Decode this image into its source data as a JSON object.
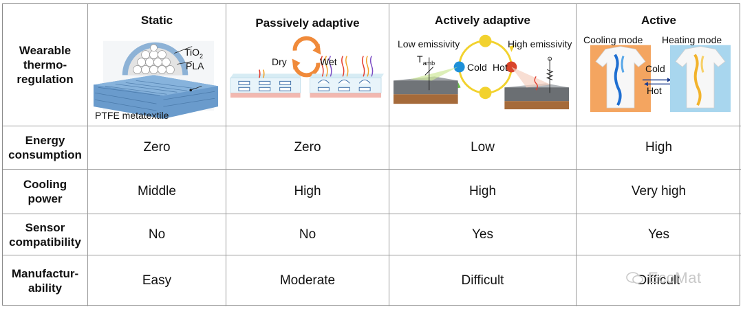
{
  "columns": [
    "Static",
    "Passively adaptive",
    "Actively adaptive",
    "Active"
  ],
  "rows": [
    {
      "header_lines": [
        "Wearable",
        "thermo-",
        "regulation"
      ],
      "values": null
    },
    {
      "header_lines": [
        "Energy",
        "consumption"
      ],
      "values": [
        "Zero",
        "Zero",
        "Low",
        "High"
      ]
    },
    {
      "header_lines": [
        "Cooling",
        "power"
      ],
      "values": [
        "Middle",
        "High",
        "High",
        "Very high"
      ]
    },
    {
      "header_lines": [
        "Sensor",
        "compatibility"
      ],
      "values": [
        "No",
        "No",
        "Yes",
        "Yes"
      ]
    },
    {
      "header_lines": [
        "Manufactur-",
        "ability"
      ],
      "values": [
        "Easy",
        "Moderate",
        "Difficult",
        "Difficult"
      ]
    }
  ],
  "figures": {
    "static": {
      "tio2_label": "TiO",
      "tio2_sub": "2",
      "pla_label": "PLA",
      "textile_label": "PTFE metatextile"
    },
    "passive": {
      "dry_label": "Dry",
      "wet_label": "Wet"
    },
    "actively": {
      "low_label": "Low emissivity",
      "high_label": "High emissivity",
      "tamb_label": "T",
      "tamb_sub": "amb",
      "cold_label": "Cold",
      "hot_label": "Hot"
    },
    "active": {
      "cooling_label": "Cooling mode",
      "heating_label": "Heating mode",
      "cold_label": "Cold",
      "hot_label": "Hot"
    }
  },
  "watermark": "EcoMat",
  "colors": {
    "grid_line": "#9a9a9a",
    "textile_blue": "#5a8fc2",
    "sphere_gray": "#d4d4d4",
    "cold_blue": "#1e90d8",
    "hot_red": "#d9452b",
    "smile_yellow": "#f2d22e",
    "ground_brown": "#a56a3a",
    "cooling_orange": "#f4a560",
    "heating_blue": "#9fd0ec"
  }
}
